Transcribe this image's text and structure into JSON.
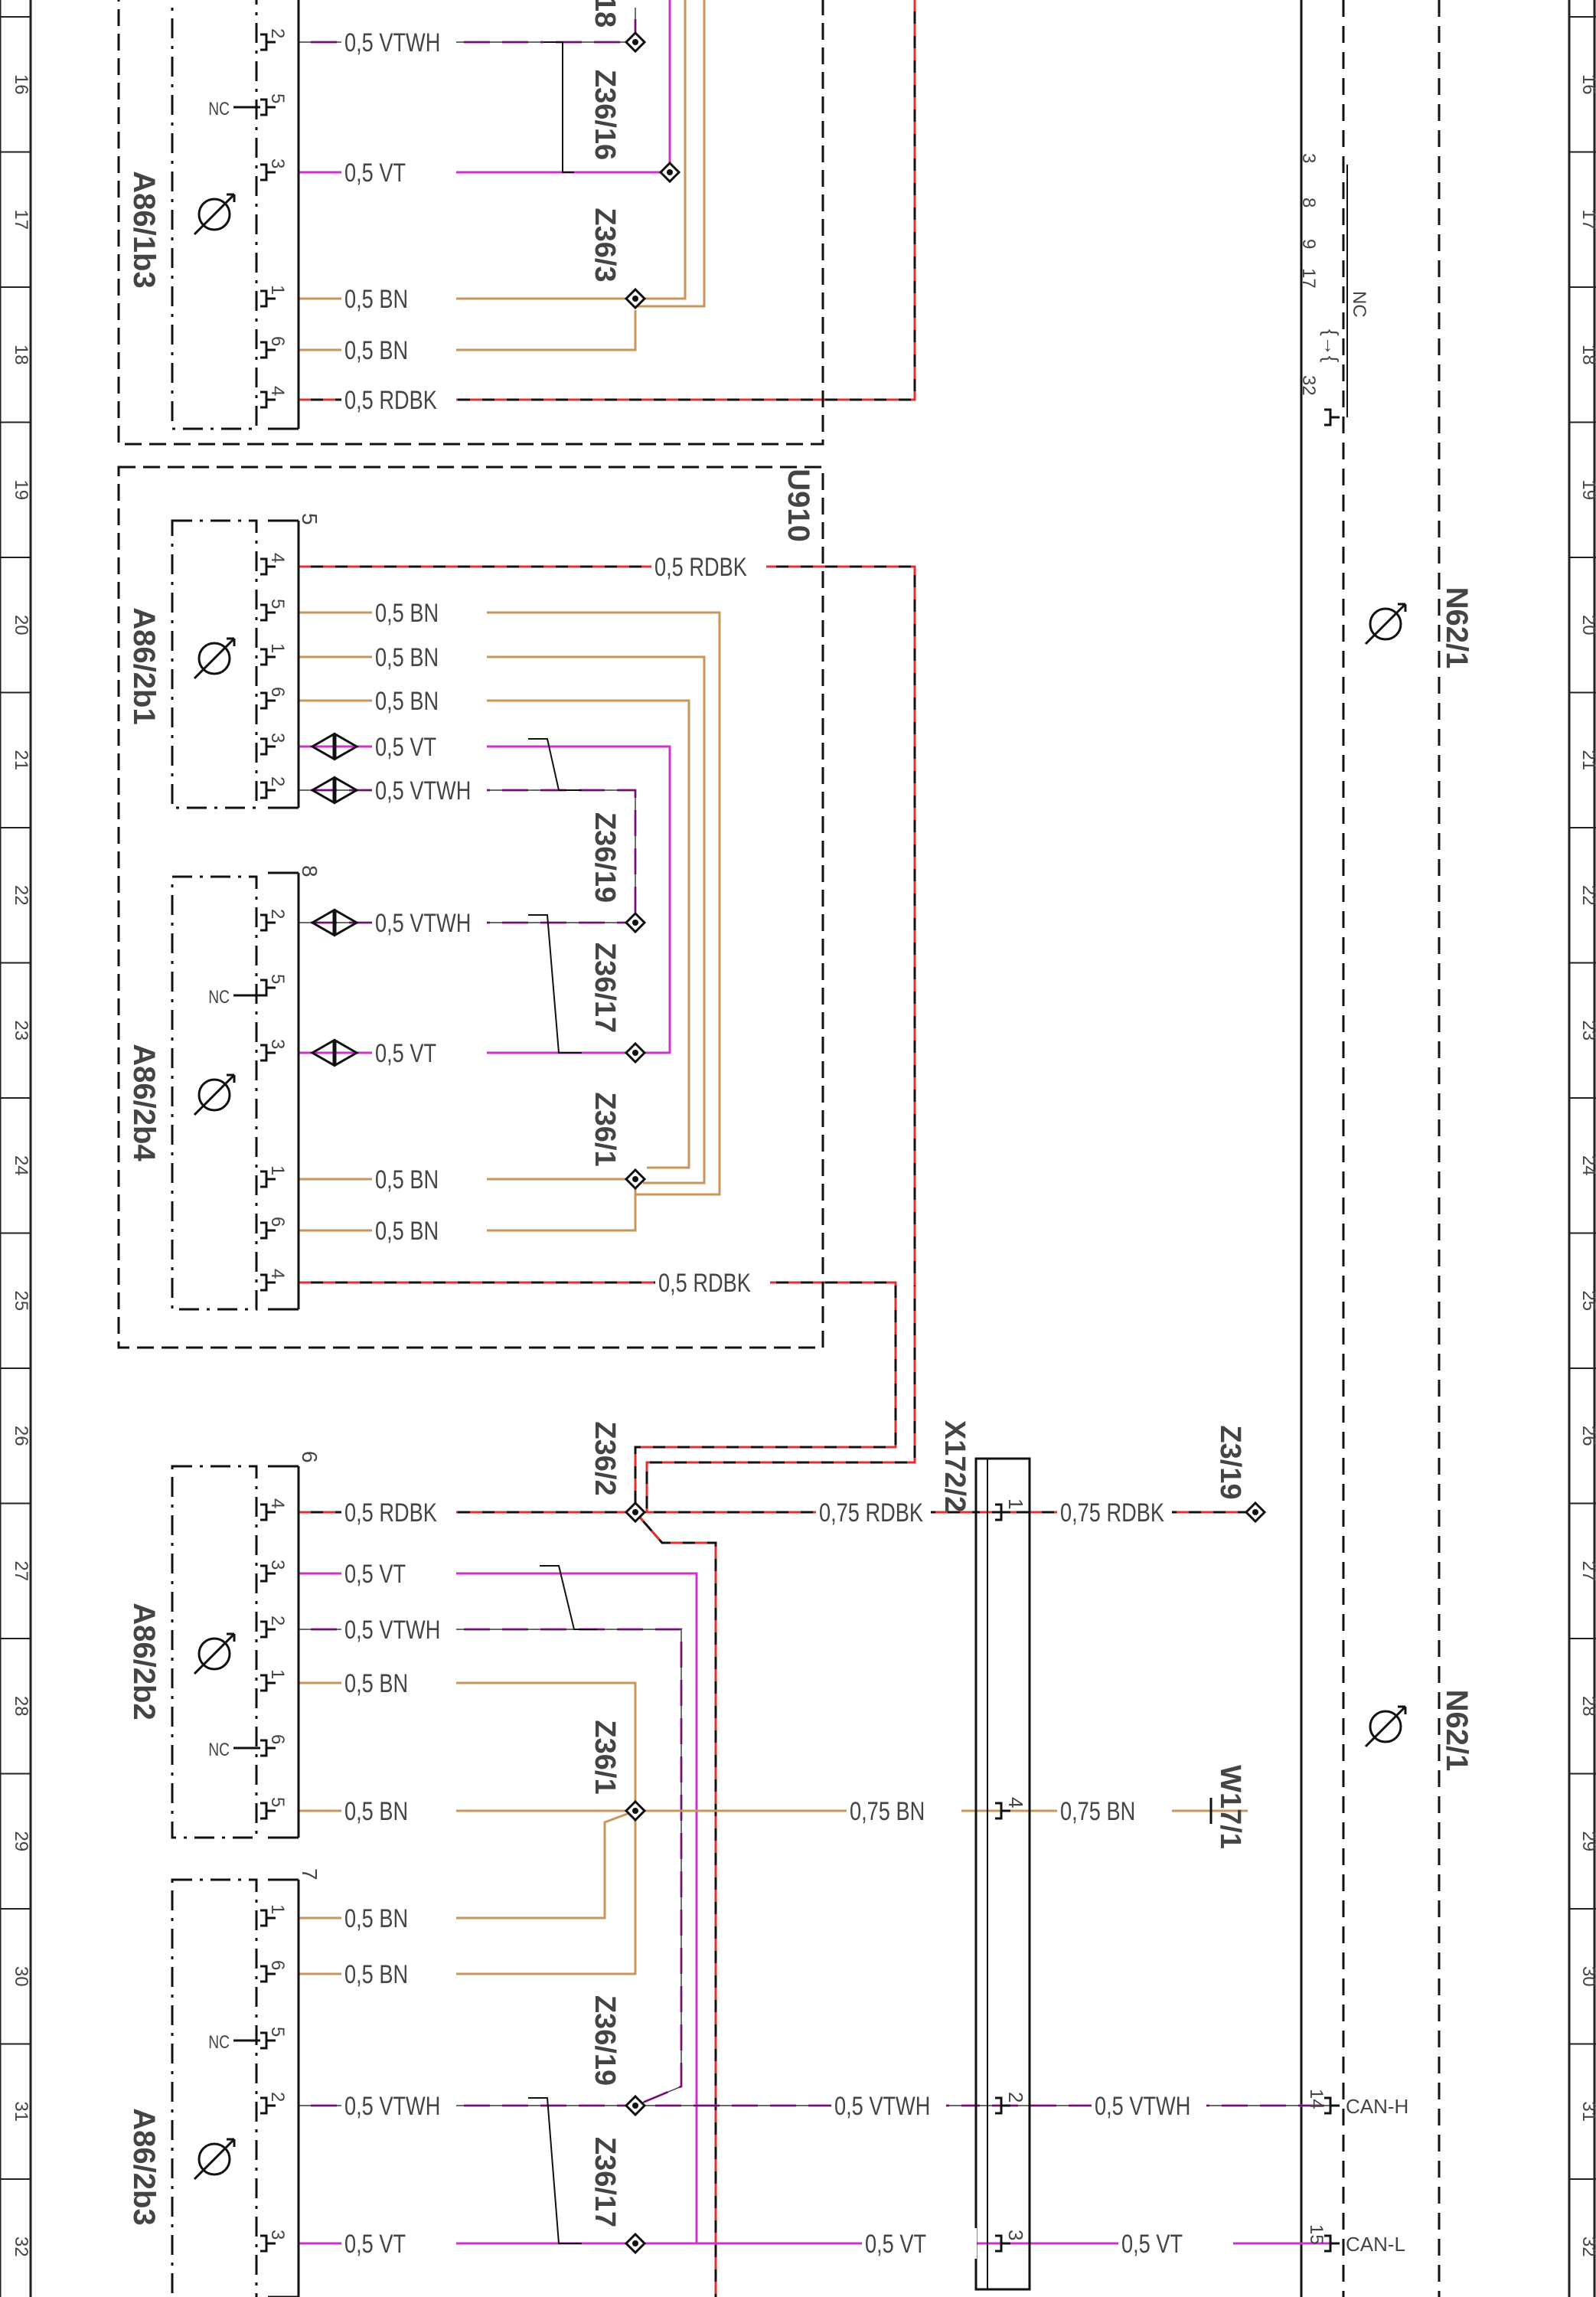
{
  "colors": {
    "vt": "#cc33cc",
    "bn": "#c8955a",
    "rd": "#e03030",
    "bk": "#111111",
    "frame": "#222222"
  },
  "grid": {
    "rows": [
      "16",
      "17",
      "18",
      "19",
      "20",
      "21",
      "22",
      "23",
      "24",
      "25",
      "26",
      "27",
      "28",
      "29",
      "30",
      "31",
      "32"
    ]
  },
  "nc": "NC",
  "components": {
    "a86_1b3": "A86/1b3",
    "a86_2b1": "A86/2b1",
    "a86_2b4": "A86/2b4",
    "a86_2b2": "A86/2b2",
    "a86_2b3": "A86/2b3",
    "u910": "U910",
    "x172_2": "X172/2",
    "z3_19": "Z3/19",
    "w17_1": "W17/1",
    "n62_1_top": "N62/1",
    "n62_1_bottom": "N62/1"
  },
  "splices": {
    "z36_18_partial": "18",
    "z36_16": "Z36/16",
    "z36_3": "Z36/3",
    "z36_19a": "Z36/19",
    "z36_17a": "Z36/17",
    "z36_1a": "Z36/1",
    "z36_2": "Z36/2",
    "z36_1b": "Z36/1",
    "z36_19b": "Z36/19",
    "z36_17b": "Z36/17"
  },
  "group_numbers": {
    "g5": "5",
    "g8": "8",
    "g6": "6",
    "g7": "7"
  },
  "wires": {
    "w01": "0,5 VTWH",
    "w02": "0,5 VT",
    "w03": "0,5 BN",
    "w04": "0,5 BN",
    "w05": "0,5 RDBK",
    "w06": "0,5 RDBK",
    "w07": "0,5 BN",
    "w08": "0,5 BN",
    "w09": "0,5 BN",
    "w10": "0,5 VT",
    "w11": "0,5 VTWH",
    "w12": "0,5 VTWH",
    "w13": "0,5 VT",
    "w14": "0,5 BN",
    "w15": "0,5 BN",
    "w16": "0,5 RDBK",
    "w17": "0,5 RDBK",
    "w18": "0,75 RDBK",
    "w19": "0,75 RDBK",
    "w20": "0,5 VT",
    "w21": "0,5 VTWH",
    "w22": "0,5 BN",
    "w23": "0,5 BN",
    "w24": "0,75 BN",
    "w25": "0,75 BN",
    "w26": "0,5 BN",
    "w27": "0,5 BN",
    "w28": "0,5 VTWH",
    "w29": "0,5 VTWH",
    "w30": "0,5 VTWH",
    "w31": "0,5 VT",
    "w32": "0,5 VT",
    "w33": "0,5 VT"
  },
  "pins": {
    "p1b3_2": "2",
    "p1b3_5": "5",
    "p1b3_3": "3",
    "p1b3_1": "1",
    "p1b3_6": "6",
    "p1b3_4": "4",
    "p2b1_4": "4",
    "p2b1_5": "5",
    "p2b1_1": "1",
    "p2b1_6": "6",
    "p2b1_3": "3",
    "p2b1_2": "2",
    "p2b4_2": "2",
    "p2b4_5": "5",
    "p2b4_3": "3",
    "p2b4_1": "1",
    "p2b4_6": "6",
    "p2b4_4": "4",
    "p2b2_4": "4",
    "p2b2_3": "3",
    "p2b2_2": "2",
    "p2b2_1": "1",
    "p2b2_6": "6",
    "p2b2_5": "5",
    "p2b3_1": "1",
    "p2b3_6": "6",
    "p2b3_5": "5",
    "p2b3_2": "2",
    "p2b3_3": "3",
    "x1": "1",
    "x4": "4",
    "x2": "2",
    "x3": "3",
    "n14": "14",
    "n15": "15"
  },
  "can": {
    "high": "CAN-H",
    "low": "CAN-L"
  },
  "n62_pins": {
    "p3": "3",
    "p8": "8",
    "p9": "9",
    "p17": "17",
    "p32": "32",
    "arrow": "{→{"
  }
}
